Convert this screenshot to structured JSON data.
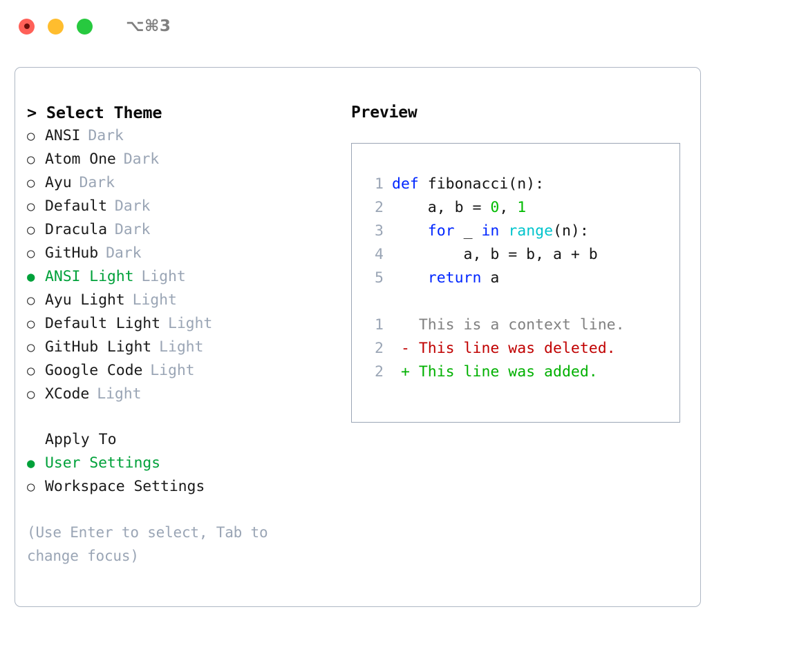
{
  "titlebar": {
    "traffic_lights": [
      {
        "name": "close",
        "color": "#ff6058",
        "recording": true
      },
      {
        "name": "minimize",
        "color": "#ffbd2e",
        "recording": false
      },
      {
        "name": "maximize",
        "color": "#27c93f",
        "recording": false
      }
    ],
    "shortcut": "⌥⌘3"
  },
  "theme_panel": {
    "heading": "> Select Theme",
    "bullet_selected": "●",
    "bullet_unselected": "○",
    "themes": [
      {
        "label": "ANSI",
        "tag": "Dark",
        "selected": false
      },
      {
        "label": "Atom One",
        "tag": "Dark",
        "selected": false
      },
      {
        "label": "Ayu",
        "tag": "Dark",
        "selected": false
      },
      {
        "label": "Default",
        "tag": "Dark",
        "selected": false
      },
      {
        "label": "Dracula",
        "tag": "Dark",
        "selected": false
      },
      {
        "label": "GitHub",
        "tag": "Dark",
        "selected": false
      },
      {
        "label": "ANSI Light",
        "tag": "Light",
        "selected": true
      },
      {
        "label": "Ayu Light",
        "tag": "Light",
        "selected": false
      },
      {
        "label": "Default Light",
        "tag": "Light",
        "selected": false
      },
      {
        "label": "GitHub Light",
        "tag": "Light",
        "selected": false
      },
      {
        "label": "Google Code",
        "tag": "Light",
        "selected": false
      },
      {
        "label": "XCode",
        "tag": "Light",
        "selected": false
      }
    ],
    "apply_to": {
      "heading": "Apply To",
      "options": [
        {
          "label": "User Settings",
          "tag": "",
          "selected": true
        },
        {
          "label": "Workspace Settings",
          "tag": "",
          "selected": false
        }
      ]
    },
    "hint": "(Use Enter to select, Tab to change focus)"
  },
  "preview": {
    "title": "Preview",
    "code_lines": [
      {
        "num": "1",
        "tokens": [
          {
            "text": "def",
            "kind": "kw"
          },
          {
            "text": " ",
            "kind": "txt"
          },
          {
            "text": "fibonacci(n):",
            "kind": "txt"
          }
        ]
      },
      {
        "num": "2",
        "tokens": [
          {
            "text": "    a, b = ",
            "kind": "txt"
          },
          {
            "text": "0",
            "kind": "num"
          },
          {
            "text": ", ",
            "kind": "txt"
          },
          {
            "text": "1",
            "kind": "num"
          }
        ]
      },
      {
        "num": "3",
        "tokens": [
          {
            "text": "    ",
            "kind": "txt"
          },
          {
            "text": "for",
            "kind": "kw"
          },
          {
            "text": " _ ",
            "kind": "txt"
          },
          {
            "text": "in",
            "kind": "kw"
          },
          {
            "text": " ",
            "kind": "txt"
          },
          {
            "text": "range",
            "kind": "fn"
          },
          {
            "text": "(n):",
            "kind": "txt"
          }
        ]
      },
      {
        "num": "4",
        "tokens": [
          {
            "text": "        a, b = b, a + b",
            "kind": "txt"
          }
        ]
      },
      {
        "num": "5",
        "tokens": [
          {
            "text": "    ",
            "kind": "txt"
          },
          {
            "text": "return",
            "kind": "kw"
          },
          {
            "text": " a",
            "kind": "txt"
          }
        ]
      }
    ],
    "diff_lines": [
      {
        "num": "1",
        "marker": " ",
        "text": "This is a context line.",
        "kind": "ctx"
      },
      {
        "num": "2",
        "marker": "-",
        "text": "This line was deleted.",
        "kind": "del"
      },
      {
        "num": "2",
        "marker": "+",
        "text": "This line was added.",
        "kind": "add"
      }
    ]
  },
  "colors": {
    "accent_green": "#00a13a",
    "muted": "#9aa5b5",
    "border": "#aeb7c4",
    "keyword": "#0026ff",
    "function": "#00c4cc",
    "number": "#00bb00",
    "diff_deleted": "#c00000",
    "diff_added": "#00b000",
    "diff_context": "#808080"
  }
}
